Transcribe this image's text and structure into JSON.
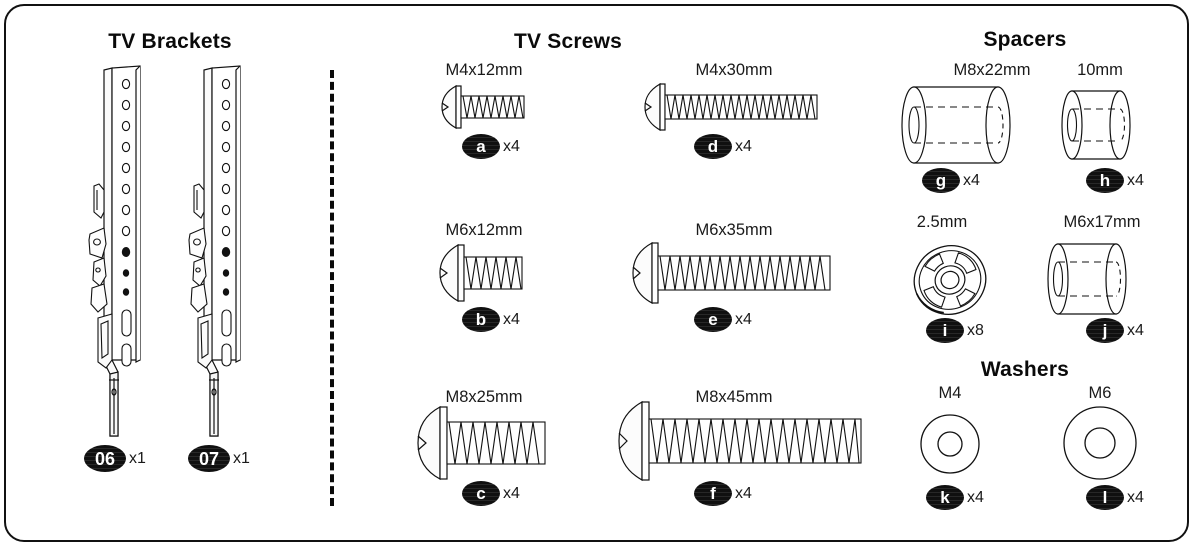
{
  "sections": [
    {
      "id": "tv-brackets",
      "title": "TV Brackets"
    },
    {
      "id": "tv-screws",
      "title": "TV Screws"
    },
    {
      "id": "spacers",
      "title": "Spacers"
    },
    {
      "id": "washers",
      "title": "Washers"
    }
  ],
  "brackets": [
    {
      "label": "",
      "badge": "06",
      "qty": "x1",
      "icon": "tv-bracket-rail"
    },
    {
      "label": "",
      "badge": "07",
      "qty": "x1",
      "icon": "tv-bracket-rail"
    }
  ],
  "screws": [
    {
      "label": "M4x12mm",
      "badge": "a",
      "qty": "x4",
      "icon": "screw",
      "length": 88,
      "thread": 11,
      "head": 13
    },
    {
      "label": "M4x30mm",
      "badge": "d",
      "qty": "x4",
      "icon": "screw",
      "length": 172,
      "thread": 13,
      "head": 15
    },
    {
      "label": "M6x12mm",
      "badge": "b",
      "qty": "x4",
      "icon": "screw",
      "length": 84,
      "thread": 18,
      "head": 19
    },
    {
      "label": "M6x35mm",
      "badge": "e",
      "qty": "x4",
      "icon": "screw",
      "length": 184,
      "thread": 22,
      "head": 23
    },
    {
      "label": "M8x25mm",
      "badge": "c",
      "qty": "x4",
      "icon": "screw",
      "length": 120,
      "thread": 28,
      "head": 30
    },
    {
      "label": "M8x45mm",
      "badge": "f",
      "qty": "x4",
      "icon": "screw",
      "length": 218,
      "thread": 30,
      "head": 32
    }
  ],
  "spacers": [
    {
      "label": "M8x22mm",
      "badge": "g",
      "qty": "x4",
      "icon": "cylinder-spacer"
    },
    {
      "label": "10mm",
      "badge": "h",
      "qty": "x4",
      "icon": "cylinder-spacer"
    },
    {
      "label": "2.5mm",
      "badge": "i",
      "qty": "x8",
      "icon": "slotted-disc-spacer"
    },
    {
      "label": "M6x17mm",
      "badge": "j",
      "qty": "x4",
      "icon": "cylinder-spacer"
    }
  ],
  "washers": [
    {
      "label": "M4",
      "badge": "k",
      "qty": "x4",
      "icon": "washer-ring"
    },
    {
      "label": "M6",
      "badge": "l",
      "qty": "x4",
      "icon": "washer-ring"
    }
  ],
  "colors": {
    "ink": "#0a0a0a",
    "line": "#1a1a1a",
    "badge_fill": "#101010",
    "badge_text": "#ffffff",
    "background": "#ffffff"
  }
}
